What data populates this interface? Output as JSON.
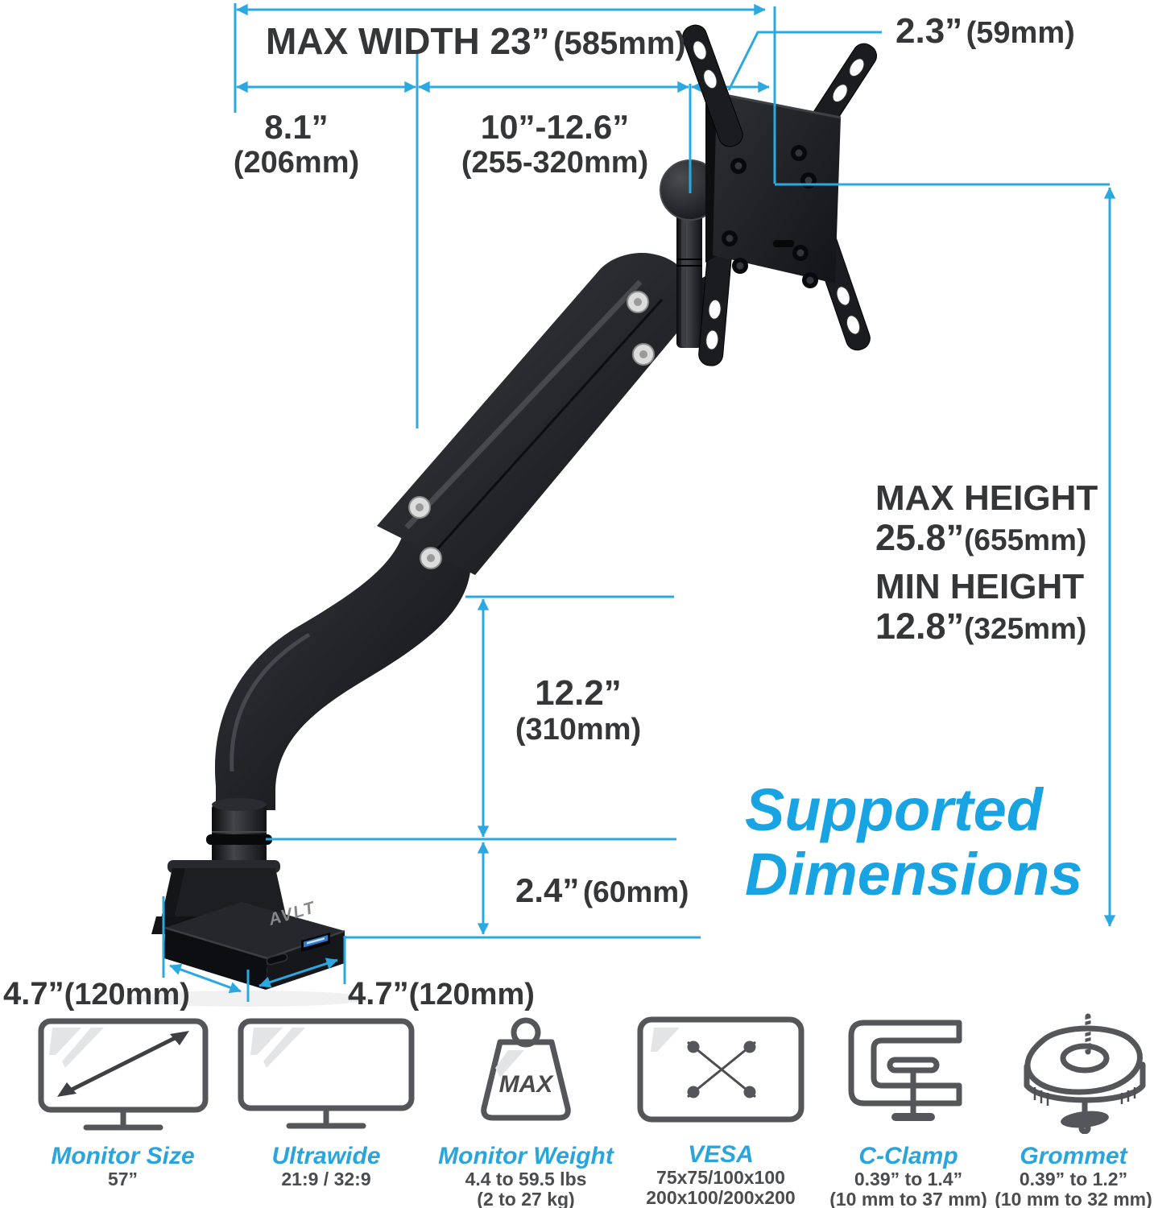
{
  "colors": {
    "dim_blue": "#2CA8E1",
    "headline_blue": "#18A3E2",
    "title_blue": "#2AA5DC",
    "text_dark": "#353637",
    "value_gray": "#4b4c4e",
    "icon_gray": "#55565a"
  },
  "brand": "AVLT",
  "headline": {
    "line1": "Supported",
    "line2": "Dimensions"
  },
  "dims": {
    "max_width": {
      "main": "MAX WIDTH 23”",
      "paren": "(585mm)"
    },
    "offset": {
      "main": "2.3”",
      "paren": "(59mm)"
    },
    "arm_rear": {
      "main": "8.1”",
      "paren": "(206mm)"
    },
    "arm_front": {
      "main": "10”-12.6”",
      "paren": "(255-320mm)"
    },
    "max_height": {
      "label": "MAX HEIGHT",
      "main": "25.8”",
      "paren": "(655mm)"
    },
    "min_height": {
      "label": "MIN HEIGHT",
      "main": "12.8”",
      "paren": "(325mm)"
    },
    "pole": {
      "main": "12.2”",
      "paren": "(310mm)"
    },
    "base_height": {
      "main": "2.4”",
      "paren": "(60mm)"
    },
    "base_depth": {
      "main": "4.7”",
      "paren": "(120mm)"
    },
    "base_width": {
      "main": "4.7”",
      "paren": "(120mm)"
    }
  },
  "features": [
    {
      "title": "Monitor Size",
      "lines": [
        "57”"
      ]
    },
    {
      "title": "Ultrawide",
      "lines": [
        "21:9 / 32:9"
      ]
    },
    {
      "title": "Monitor Weight",
      "lines": [
        "4.4 to 59.5 lbs",
        "(2 to 27 kg)"
      ],
      "badge": "MAX"
    },
    {
      "title": "VESA",
      "lines": [
        "75x75/100x100",
        "200x100/200x200"
      ]
    },
    {
      "title": "C-Clamp",
      "lines": [
        "0.39” to 1.4”",
        "(10 mm to 37 mm)"
      ]
    },
    {
      "title": "Grommet",
      "lines": [
        "0.39” to 1.2”",
        "(10 mm to 32 mm)"
      ]
    }
  ]
}
